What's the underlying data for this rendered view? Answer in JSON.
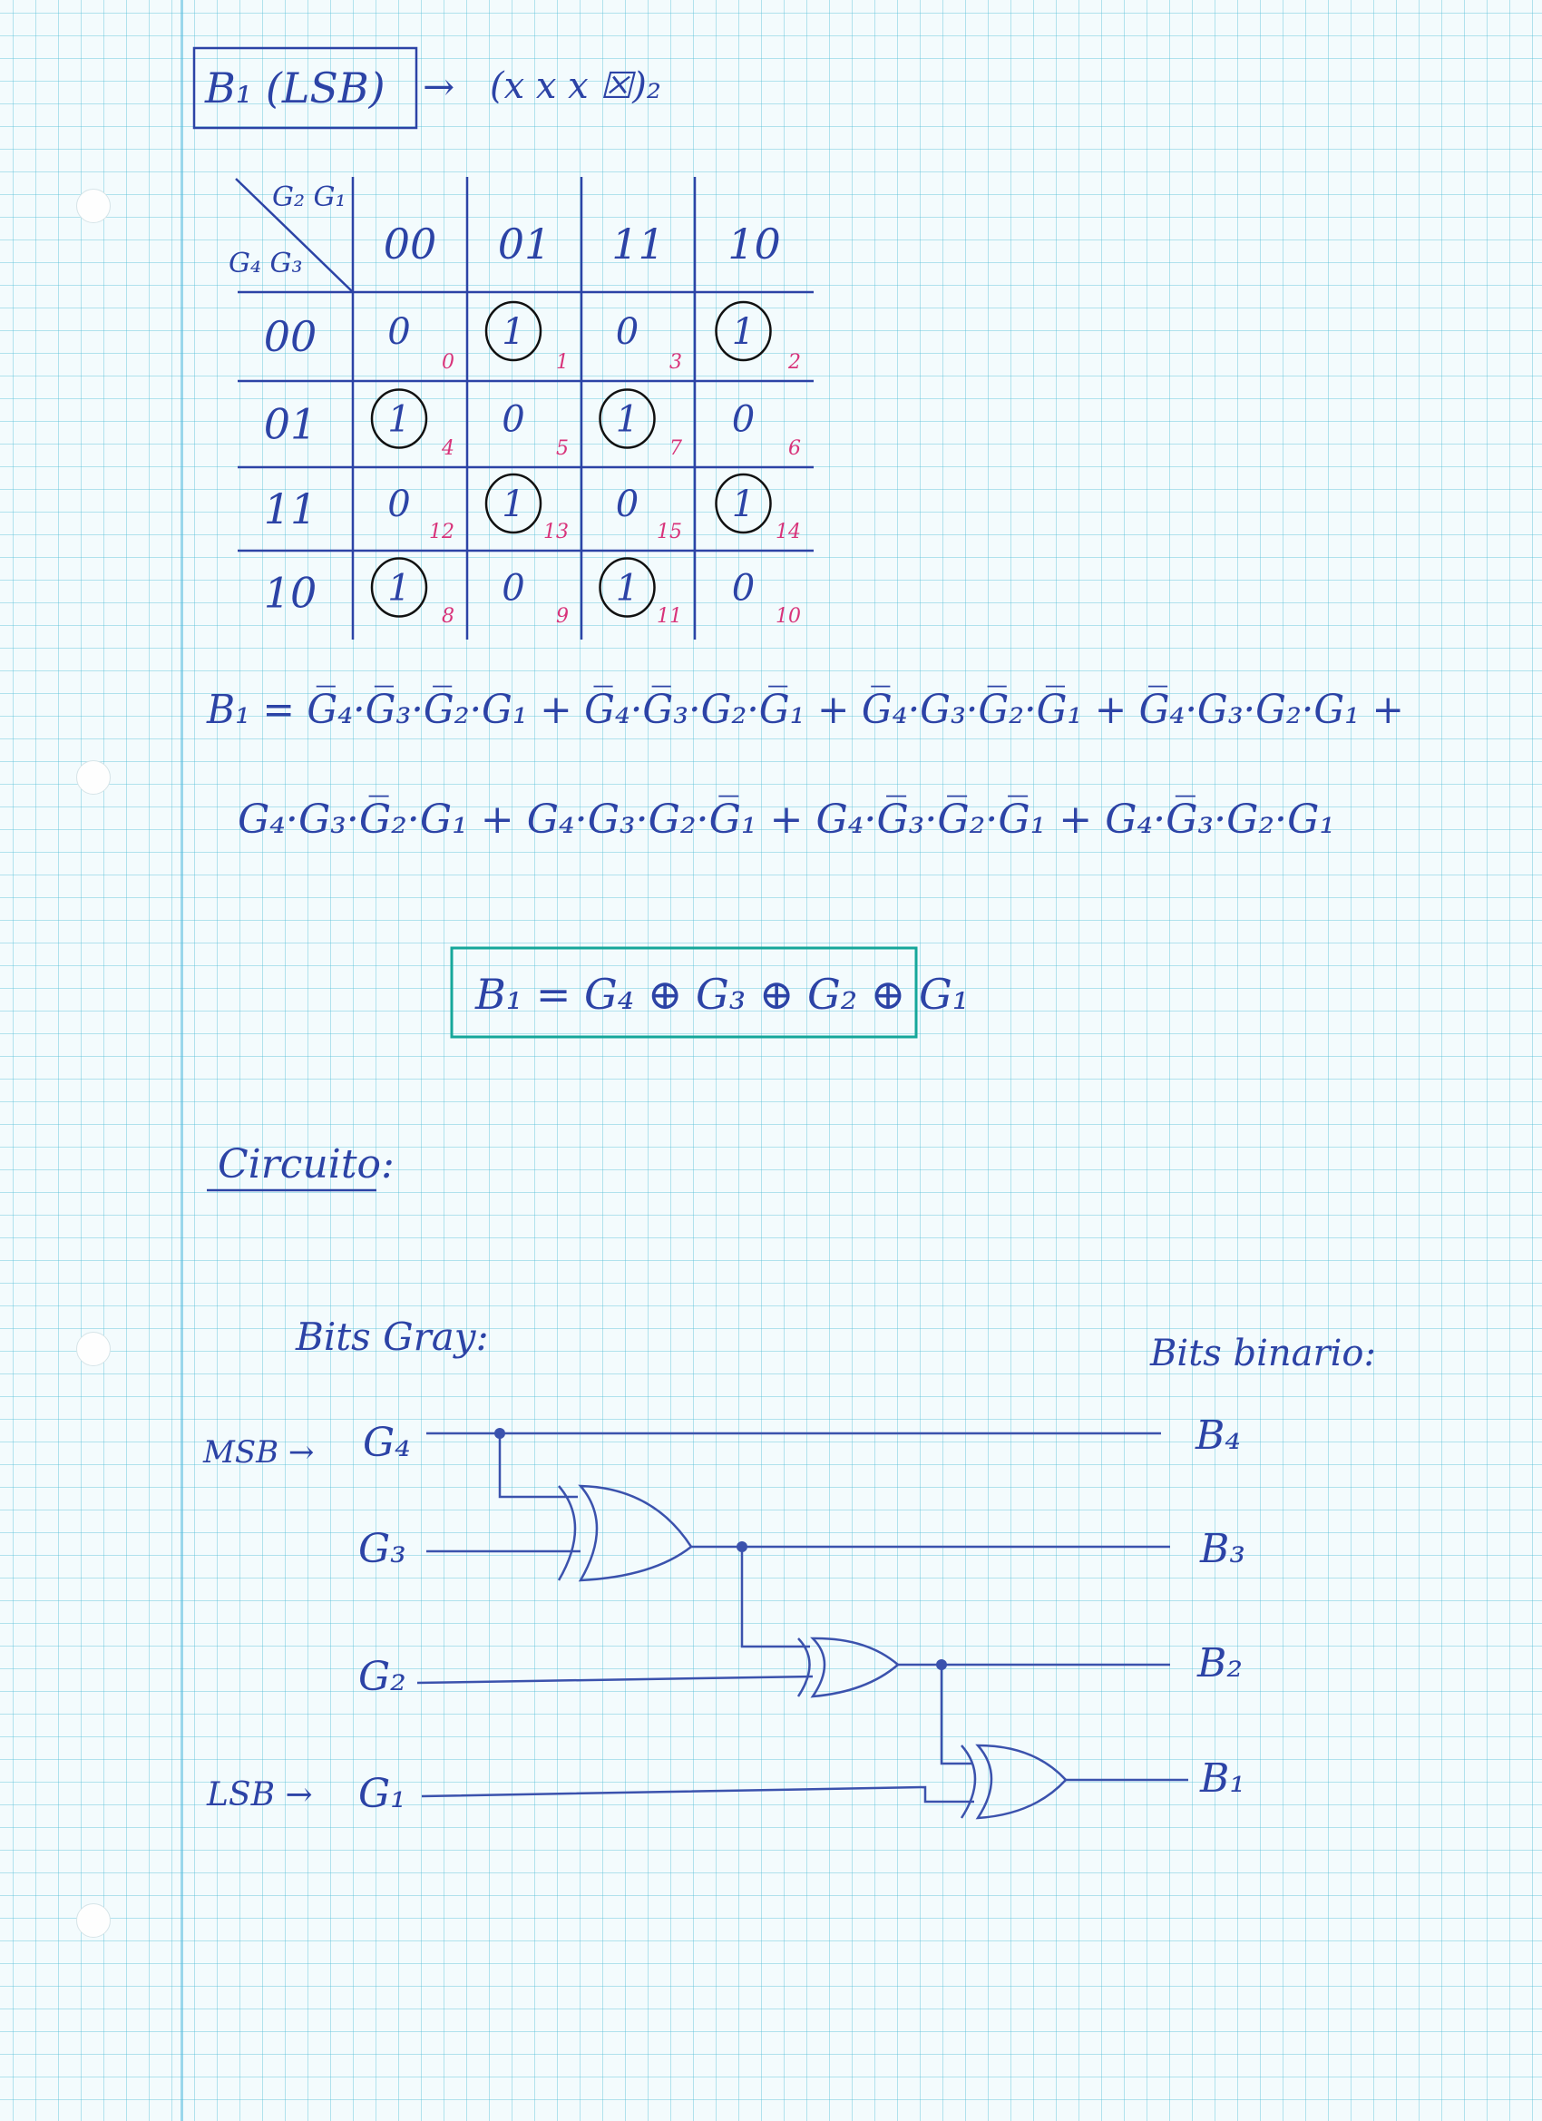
{
  "heading": {
    "label": "B₁ (LSB)",
    "arrow": "→",
    "bits": "(x x x ☒)₂"
  },
  "kmap": {
    "corner": {
      "top": "G₂ G₁",
      "left": "G₄ G₃"
    },
    "col_headers": [
      "00",
      "01",
      "11",
      "10"
    ],
    "rows": [
      {
        "label": "00",
        "cells": [
          {
            "v": "0",
            "idx": "0",
            "circled": false
          },
          {
            "v": "1",
            "idx": "1",
            "circled": true
          },
          {
            "v": "0",
            "idx": "3",
            "circled": false
          },
          {
            "v": "1",
            "idx": "2",
            "circled": true
          }
        ]
      },
      {
        "label": "01",
        "cells": [
          {
            "v": "1",
            "idx": "4",
            "circled": true
          },
          {
            "v": "0",
            "idx": "5",
            "circled": false
          },
          {
            "v": "1",
            "idx": "7",
            "circled": true
          },
          {
            "v": "0",
            "idx": "6",
            "circled": false
          }
        ]
      },
      {
        "label": "11",
        "cells": [
          {
            "v": "0",
            "idx": "12",
            "circled": false
          },
          {
            "v": "1",
            "idx": "13",
            "circled": true
          },
          {
            "v": "0",
            "idx": "15",
            "circled": false
          },
          {
            "v": "1",
            "idx": "14",
            "circled": true
          }
        ]
      },
      {
        "label": "10",
        "cells": [
          {
            "v": "1",
            "idx": "8",
            "circled": true
          },
          {
            "v": "0",
            "idx": "9",
            "circled": false
          },
          {
            "v": "1",
            "idx": "11",
            "circled": true
          },
          {
            "v": "0",
            "idx": "10",
            "circled": false
          }
        ]
      }
    ]
  },
  "equation": {
    "line1": "B₁ = G̅₄·G̅₃·G̅₂·G₁ + G̅₄·G̅₃·G₂·G̅₁ + G̅₄·G₃·G̅₂·G̅₁ + G̅₄·G₃·G₂·G₁ +",
    "line2": "G₄·G₃·G̅₂·G₁ + G₄·G₃·G₂·G̅₁ + G₄·G̅₃·G̅₂·G̅₁ + G₄·G̅₃·G₂·G₁"
  },
  "result": "B₁ = G₄ ⊕ G₃ ⊕ G₂ ⊕ G₁",
  "circuit": {
    "heading": "Circuito:",
    "left_title": "Bits Gray:",
    "right_title": "Bits binario:",
    "msb_label": "MSB →",
    "lsb_label": "LSB →",
    "inputs": [
      "G₄",
      "G₃",
      "G₂",
      "G₁"
    ],
    "outputs": [
      "B₄",
      "B₃",
      "B₂",
      "B₁"
    ]
  },
  "colors": {
    "ink": "#2c43a6",
    "index_ink": "#d8337a",
    "box_teal": "#16a79a",
    "grid": "#56bed6"
  }
}
